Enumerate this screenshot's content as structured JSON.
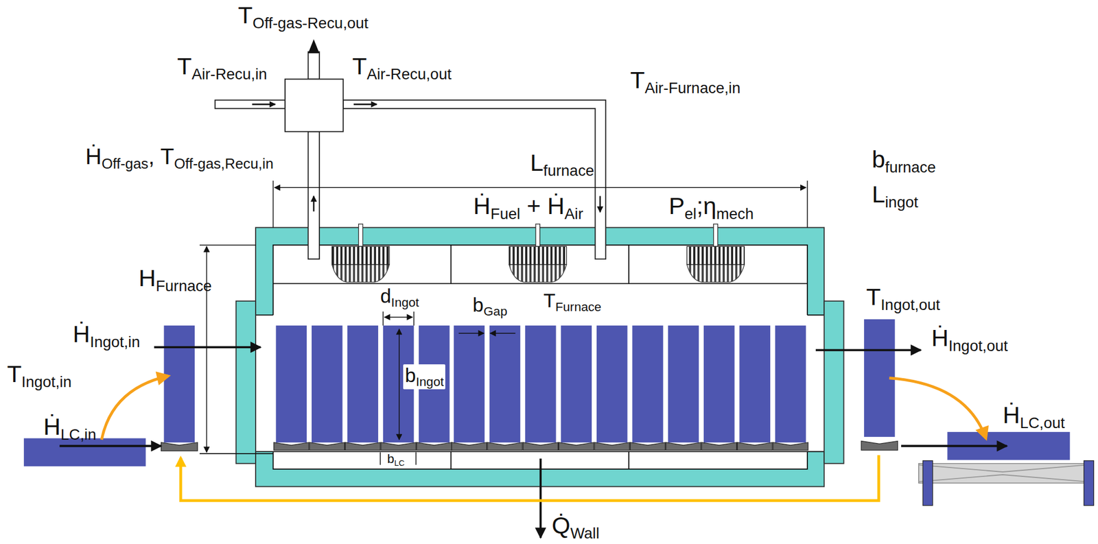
{
  "diagram": {
    "labels": [
      "TOff-gas-Recu,out",
      "TAir-Recu,in",
      "TAir-Recu,out",
      "TAir-Furnace,in",
      "ḢOff-gas, TOff-gas,Recu,in",
      "Lfurnace",
      "bfurnace",
      "Lingot",
      "ḢFuel + ḢAir",
      "Pel;ηmech",
      "HFurnace",
      "dIngot",
      "bGap",
      "TFurnace",
      "TIngot,out",
      "ḢIngot,in",
      "ḢIngot,out",
      "bIngot",
      "TIngot,in",
      "ḢLC,in",
      "ḢLC,out",
      "bLC",
      "Q̇Wall"
    ]
  }
}
